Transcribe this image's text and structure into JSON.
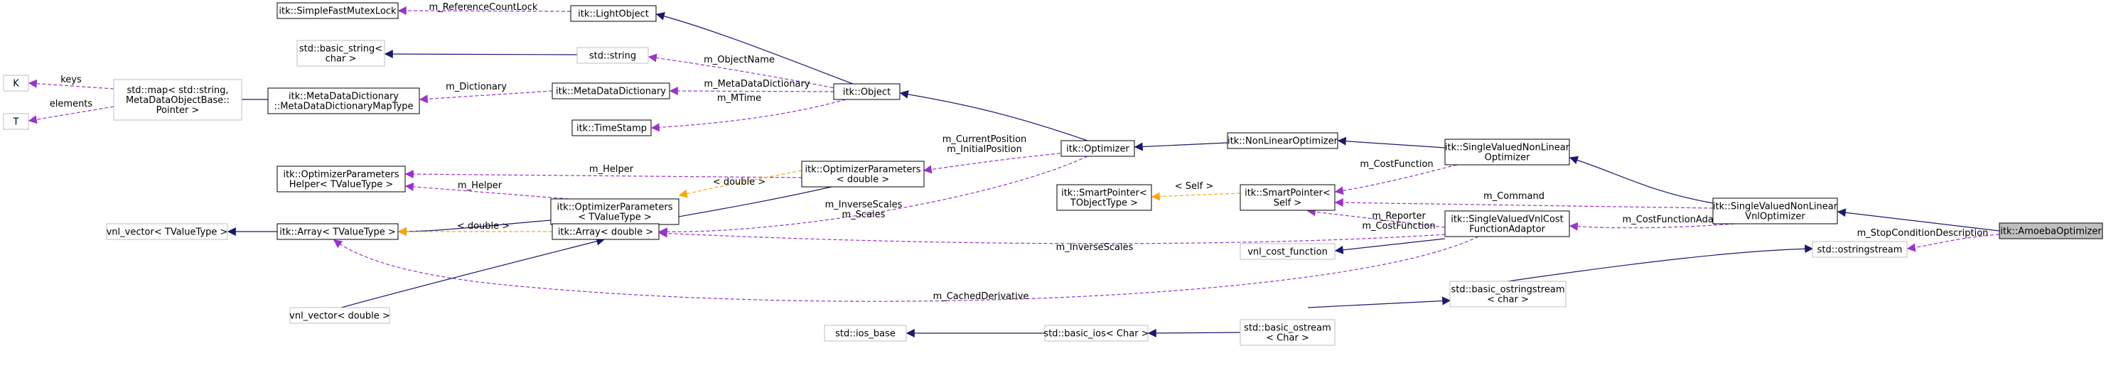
{
  "colors": {
    "inheritance": "#191970",
    "usage": "#9a32cd",
    "template": "#ffa500",
    "documented_border": "#000000",
    "undocumented_border": "#bfbfbf",
    "highlight_fill": "#bfbfbf"
  },
  "nodes": {
    "amoeba": {
      "lines": [
        "itk::AmoebaOptimizer"
      ]
    },
    "svnl_vnl": {
      "lines": [
        "itk::SingleValuedNonLinear",
        "VnlOptimizer"
      ]
    },
    "svnl": {
      "lines": [
        "itk::SingleValuedNonLinear",
        "Optimizer"
      ]
    },
    "nonlinear": {
      "lines": [
        "itk::NonLinearOptimizer"
      ]
    },
    "optimizer": {
      "lines": [
        "itk::Optimizer"
      ]
    },
    "object": {
      "lines": [
        "itk::Object"
      ]
    },
    "lightobject": {
      "lines": [
        "itk::LightObject"
      ]
    },
    "mutexlock": {
      "lines": [
        "itk::SimpleFastMutexLock"
      ]
    },
    "basic_string": {
      "lines": [
        "std::basic_string<",
        "char >"
      ]
    },
    "std_string": {
      "lines": [
        "std::string"
      ]
    },
    "k": {
      "lines": [
        "K"
      ]
    },
    "t": {
      "lines": [
        "T"
      ]
    },
    "std_map": {
      "lines": [
        "std::map< std::string,",
        "MetaDataObjectBase::",
        "Pointer >"
      ]
    },
    "mdd_maptype": {
      "lines": [
        "itk::MetaDataDictionary",
        "::MetaDataDictionaryMapType"
      ]
    },
    "mdd": {
      "lines": [
        "itk::MetaDataDictionary"
      ]
    },
    "timestamp": {
      "lines": [
        "itk::TimeStamp"
      ]
    },
    "optparams_double": {
      "lines": [
        "itk::OptimizerParameters",
        "< double >"
      ]
    },
    "optparams_helper": {
      "lines": [
        "itk::OptimizerParameters",
        "Helper< TValueType >"
      ]
    },
    "optparams_tvalue": {
      "lines": [
        "itk::OptimizerParameters",
        "< TValueType >"
      ]
    },
    "smartptr_tobject": {
      "lines": [
        "itk::SmartPointer<",
        "TObjectType >"
      ]
    },
    "smartptr_self": {
      "lines": [
        "itk::SmartPointer<",
        "Self >"
      ]
    },
    "array_tvalue": {
      "lines": [
        "itk::Array< TValueType >"
      ]
    },
    "vnl_vector_tvalue": {
      "lines": [
        "vnl_vector< TValueType >"
      ]
    },
    "array_double": {
      "lines": [
        "itk::Array< double >"
      ]
    },
    "vnl_vector_double": {
      "lines": [
        "vnl_vector< double >"
      ]
    },
    "vnl_cost": {
      "lines": [
        "vnl_cost_function"
      ]
    },
    "cost_adaptor": {
      "lines": [
        "itk::SingleValuedVnlCost",
        "FunctionAdaptor"
      ]
    },
    "ostringstream": {
      "lines": [
        "std::ostringstream"
      ]
    },
    "basic_ostringstream": {
      "lines": [
        "std::basic_ostringstream",
        "< char >"
      ]
    },
    "ios_base": {
      "lines": [
        "std::ios_base"
      ]
    },
    "basic_ios": {
      "lines": [
        "std::basic_ios< Char >"
      ]
    },
    "basic_ostream": {
      "lines": [
        "std::basic_ostream",
        "< Char >"
      ]
    }
  },
  "edge_labels": {
    "reference_count_lock": "m_ReferenceCountLock",
    "object_name": "m_ObjectName",
    "keys": "keys",
    "elements": "elements",
    "dictionary": "m_Dictionary",
    "metadata_dictionary": "m_MetaDataDictionary",
    "mtime": "m_MTime",
    "current_position": "m_CurrentPosition",
    "initial_position": "m_InitialPosition",
    "helper_1": "m_Helper",
    "helper_2": "m_Helper",
    "double_1": "< double >",
    "double_2": "< double >",
    "cost_function": "m_CostFunction",
    "self": "< Self >",
    "command": "m_Command",
    "inverse_scales": "m_InverseScales",
    "scales": "m_Scales",
    "cost_function_adaptor": "m_CostFunctionAdaptor",
    "reporter": "m_Reporter",
    "cost_function_2": "m_CostFunction",
    "stop_condition": "m_StopConditionDescription",
    "inverse_scales_2": "m_InverseScales",
    "cached_derivative": "m_CachedDerivative"
  }
}
